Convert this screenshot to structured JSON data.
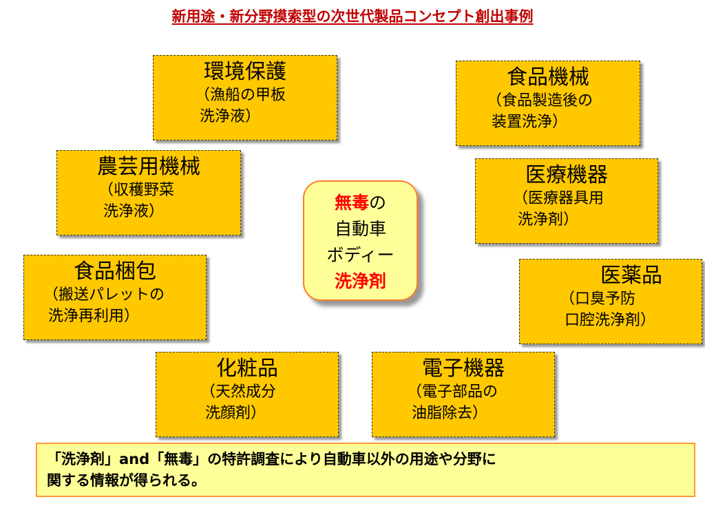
{
  "title": "新用途・新分野摸索型の次世代製品コンセプト創出事例",
  "center": {
    "l1_red": "無毒",
    "l1_rest": "の",
    "l2": "自動車",
    "l3": "ボディー",
    "l4_red": "洗浄剤"
  },
  "boxes": [
    {
      "h": "環境保護",
      "s": [
        "（漁船の甲板",
        " 洗浄液）"
      ]
    },
    {
      "h": "食品機械",
      "s": [
        "（食品製造後の",
        " 装置洗浄）"
      ]
    },
    {
      "h": "農芸用機械",
      "s": [
        "（収穫野菜",
        " 洗浄液）"
      ]
    },
    {
      "h": "医療機器",
      "s": [
        "（医療器具用",
        " 洗浄剤）"
      ]
    },
    {
      "h": "食品梱包",
      "s": [
        "（搬送パレットの",
        " 洗浄再利用）"
      ]
    },
    {
      "h": "医薬品",
      "s": [
        "（口臭予防",
        " 口腔洗浄剤）"
      ]
    },
    {
      "h": "化粧品",
      "s": [
        "（天然成分",
        " 洗顔剤）"
      ]
    },
    {
      "h": "電子機器",
      "s": [
        "（電子部品の",
        " 油脂除去）"
      ]
    }
  ],
  "note": {
    "l1": "「洗浄剤」and「無毒」の特許調査により自動車以外の用途や分野に",
    "l2": "関する情報が得られる。"
  }
}
